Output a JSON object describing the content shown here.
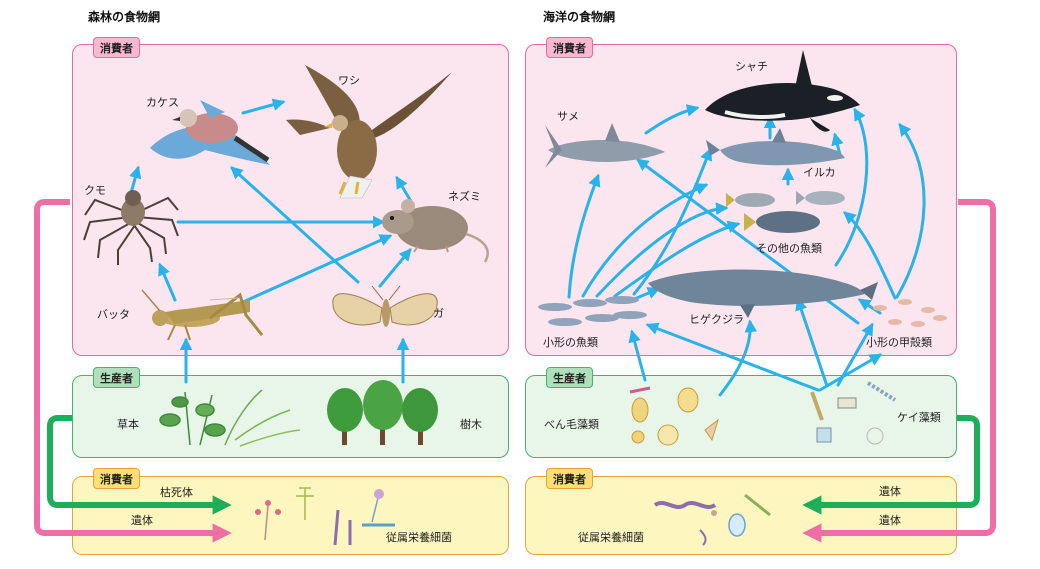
{
  "forest": {
    "title": "森林の食物網",
    "consumer_tag": "消費者",
    "producer_tag": "生産者",
    "decomposer_tag": "消費者",
    "animals": {
      "eagle": "ワシ",
      "jay": "カケス",
      "spider": "クモ",
      "mouse": "ネズミ",
      "grasshopper": "バッタ",
      "moth": "ガ"
    },
    "plants": {
      "herb": "草本",
      "tree": "樹木"
    },
    "flows": {
      "dead_plants": "枯死体",
      "remains": "遺体"
    },
    "decomposer": "従属栄養細菌"
  },
  "ocean": {
    "title": "海洋の食物網",
    "consumer_tag": "消費者",
    "producer_tag": "生産者",
    "decomposer_tag": "消費者",
    "animals": {
      "orca": "シャチ",
      "shark": "サメ",
      "dolphin": "イルカ",
      "other_fish": "その他の魚類",
      "whale": "ヒゲクジラ",
      "small_fish": "小形の魚類",
      "crustacea": "小形の甲殻類"
    },
    "plants": {
      "dinoflagellate": "べん毛藻類",
      "diatom": "ケイ藻類"
    },
    "flows": {
      "remains_1": "遺体",
      "remains_2": "遺体"
    },
    "decomposer": "従属栄養細菌"
  },
  "colors": {
    "food_arrow": "#29b3e8",
    "pink_flow": "#ee6fa8",
    "green_flow": "#1eae5a"
  }
}
